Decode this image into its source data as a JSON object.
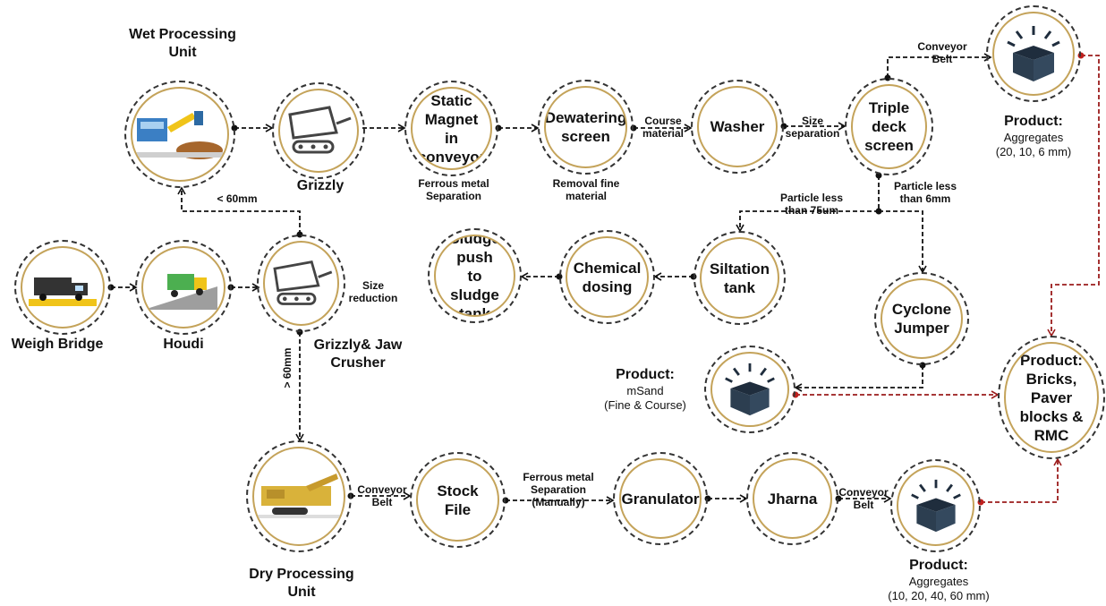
{
  "nodes": {
    "static_magnet": "Static\nMagnet\nin conveyor",
    "dewatering": "Dewatering\nscreen",
    "washer": "Washer",
    "triple_deck": "Triple deck\nscreen",
    "sludge": "Sludge push\nto sludge\ntank",
    "chemical": "Chemical\ndosing",
    "siltation": "Siltation\ntank",
    "cyclone": "Cyclone\nJumper",
    "bricks": "Product:\nBricks, Paver\nblocks & RMC",
    "stock_file": "Stock\nFile",
    "granulator": "Granulator",
    "jharna": "Jharna"
  },
  "labels": {
    "wet_unit": "Wet Processing\nUnit",
    "grizzly": "Grizzly",
    "weigh_bridge": "Weigh Bridge",
    "houdi": "Houdi",
    "jaw_crusher": "Grizzly& Jaw\nCrusher",
    "dry_unit": "Dry Processing\nUnit",
    "ferrous_sep": "Ferrous metal\nSeparation",
    "removal_fine": "Removal fine\nmaterial",
    "course_material": "Course\nmaterial",
    "size_separation": "Size\nseparation",
    "conveyor_belt_top": "Conveyor\nBelt",
    "particle_6mm": "Particle less\nthan 6mm",
    "particle_75um": "Particle less\nthan 75um",
    "lt60": "< 60mm",
    "gt60": "> 60mm",
    "size_reduction": "Size\nreduction",
    "conveyor_belt_dry1": "Conveyor\nBelt",
    "ferrous_manual": "Ferrous metal\nSeparation\n(Manually)",
    "conveyor_belt_dry2": "Conveyor\nBelt"
  },
  "products": {
    "top_title": "Product:",
    "top_desc": "Aggregates\n(20, 10, 6 mm)",
    "msand_title": "Product:",
    "msand_desc": "mSand\n(Fine & Course)",
    "bottom_title": "Product:",
    "bottom_desc": "Aggregates\n(10, 20, 40, 60 mm)"
  },
  "colors": {
    "flow": "#111111",
    "product_flow": "#9b1c1c",
    "ring": "#c4a35a"
  },
  "icons": [
    "truck-icon",
    "dumper-icon",
    "crusher-icon",
    "wet-plant-icon",
    "dry-plant-icon",
    "product-box-icon"
  ]
}
